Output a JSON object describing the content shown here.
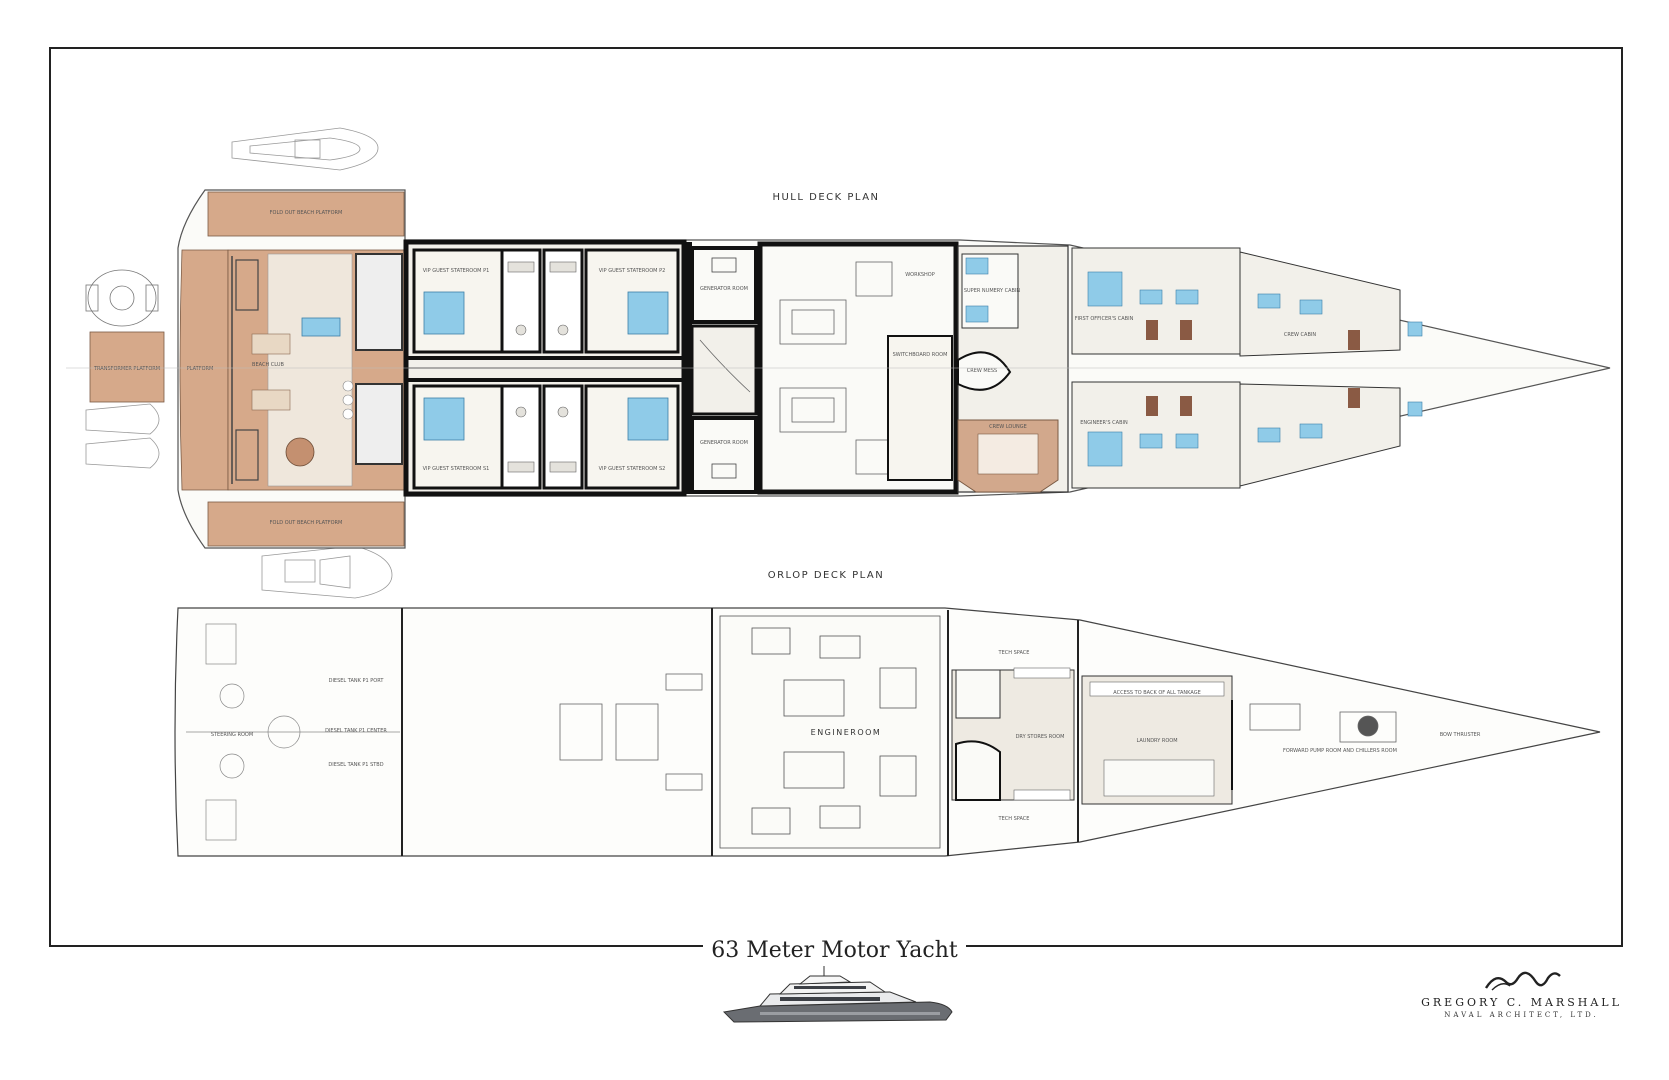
{
  "title": "63 Meter Motor Yacht",
  "hull_deck_label": "HULL DECK PLAN",
  "orlop_deck_label": "ORLOP DECK PLAN",
  "architect": {
    "name": "GREGORY C. MARSHALL",
    "subtitle": "NAVAL ARCHITECT, LTD."
  },
  "hull_rooms": {
    "platform": "PLATFORM",
    "beach_club": "BEACH CLUB",
    "fold_out_top": "FOLD OUT BEACH PLATFORM",
    "fold_out_bottom": "FOLD OUT BEACH PLATFORM",
    "transformer": "TRANSFORMER PLATFORM",
    "stateroom_p1": "VIP GUEST STATEROOM P1",
    "stateroom_p2": "VIP GUEST STATEROOM P2",
    "stateroom_s1": "VIP GUEST STATEROOM S1",
    "stateroom_s2": "VIP GUEST STATEROOM S2",
    "generator_room_top": "GENERATOR ROOM",
    "generator_room_bottom": "GENERATOR ROOM",
    "workshop": "WORKSHOP",
    "switchboard": "SWITCHBOARD ROOM",
    "crew_lounge": "CREW LOUNGE",
    "crew_mess": "CREW MESS",
    "purser_cabin": "SUPER NUMERY CABIN",
    "first_officer": "FIRST OFFICER'S CABIN",
    "engineers_cabin": "ENGINEER'S CABIN",
    "crew_cabin": "CREW CABIN"
  },
  "orlop_rooms": {
    "steering_room": "STEERING ROOM",
    "diesel_tank_port": "DIESEL TANK P1 PORT",
    "diesel_tank_center": "DIESEL TANK P1 CENTER",
    "diesel_tank_stbd": "DIESEL TANK P1 STBD",
    "engineroom": "ENGINEROOM",
    "tech_space_top": "TECH SPACE",
    "tech_space_bottom": "TECH SPACE",
    "dry_stores": "DRY STORES ROOM",
    "laundry": "LAUNDRY ROOM",
    "access": "ACCESS TO BACK OF ALL TANKAGE",
    "forward_pump": "FORWARD PUMP ROOM AND CHILLERS ROOM",
    "bow_thruster": "BOW THRUSTER"
  },
  "colors": {
    "deck_wood": "#d6a98a",
    "pool": "#8fcbe8",
    "wall": "#111111",
    "floor": "#f2f0ea"
  }
}
